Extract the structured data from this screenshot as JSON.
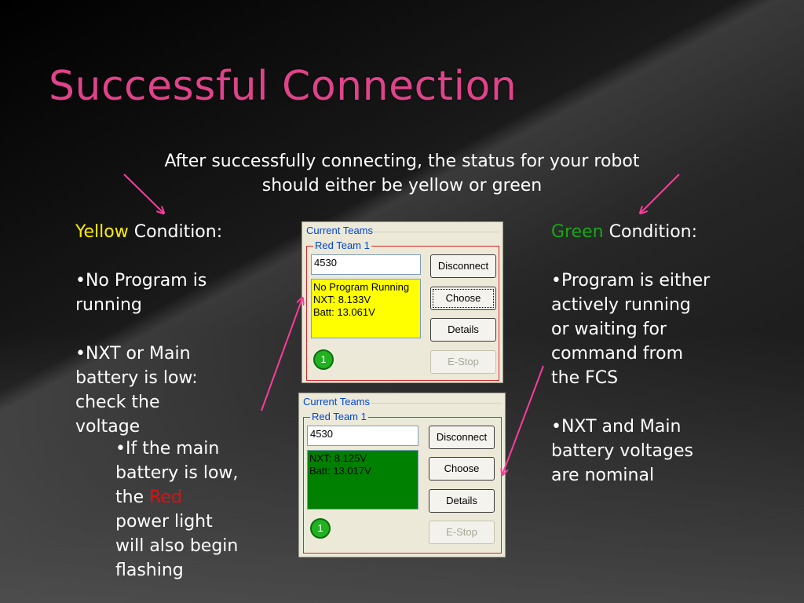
{
  "slide": {
    "title": "Successful Connection",
    "intro_line1": "After successfully connecting, the status for your robot",
    "intro_line2": "should either be yellow or green",
    "accent_color": "#e0438a"
  },
  "left": {
    "heading_color_word": "Yellow",
    "heading_rest": " Condition:",
    "bullet1_line1": "•No Program is",
    "bullet1_line2": "running",
    "bullet2_line1": "•NXT or Main",
    "bullet2_line2": "battery is low:",
    "bullet2_line3": "check the",
    "bullet2_line4": "voltage",
    "sub_line1": "•If the main",
    "sub_line2": "battery is low,",
    "sub_line3_a": "the ",
    "sub_line3_red": "Red",
    "sub_line4": "power light",
    "sub_line5": "will also begin",
    "sub_line6": "flashing"
  },
  "right": {
    "heading_color_word": "Green",
    "heading_rest": " Condition:",
    "bullet1_line1": "•Program is either",
    "bullet1_line2": "actively running",
    "bullet1_line3": "or waiting for",
    "bullet1_line4": "command from",
    "bullet1_line5": "the FCS",
    "bullet2_line1": "•NXT and Main",
    "bullet2_line2": "battery voltages",
    "bullet2_line3": "are nominal"
  },
  "panel_yellow": {
    "group_label": "Current Teams",
    "team_label": "Red Team 1",
    "team_number": "4530",
    "status_line1": "No Program Running",
    "status_line2": "NXT: 8.133V",
    "status_line3": "Batt: 13.061V",
    "badge": "1",
    "btn_disconnect": "Disconnect",
    "btn_choose": "Choose",
    "btn_details": "Details",
    "btn_estop": "E-Stop",
    "status_color": "#ffff00"
  },
  "panel_green": {
    "group_label": "Current Teams",
    "team_label": "Red Team 1",
    "team_number": "4530",
    "status_line1": "NXT: 8.125V",
    "status_line2": "Batt: 13.017V",
    "badge": "1",
    "btn_disconnect": "Disconnect",
    "btn_choose": "Choose",
    "btn_details": "Details",
    "btn_estop": "E-Stop",
    "status_color": "#008000"
  }
}
